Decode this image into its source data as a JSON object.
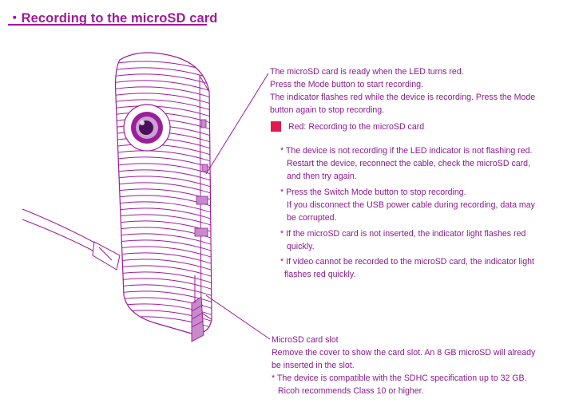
{
  "title": "・Recording to the microSD card",
  "intro": {
    "line1": "The microSD card is ready when the LED turns red.",
    "line2": "Press the Mode button to start recording.",
    "line3": "The indicator flashes red while the device is recording. Press the Mode",
    "line4": "button again to stop recording."
  },
  "legend": {
    "color": "#e5174f",
    "label": "Red: Recording to the microSD card"
  },
  "notes": [
    {
      "line1": "* The device is not recording if the LED indicator is not flashing red.",
      "line2": "Restart the device, reconnect the cable, check the microSD card,",
      "line3": "and then try again."
    },
    {
      "line1": "* Press the Switch Mode button to stop recording.",
      "line2": "If you disconnect the USB power cable during recording, data may",
      "line3": "be corrupted."
    },
    {
      "line1": "* If the microSD card is not inserted, the indicator light flashes red",
      "line2": "quickly."
    },
    {
      "line1": "* If video cannot be recorded to the microSD card, the indicator light",
      "line2": "flashes red quickly."
    }
  ],
  "slot": {
    "heading": "MicroSD card slot",
    "line1": "Remove the cover to show the card slot. An 8 GB microSD will already",
    "line2": "be inserted in the slot.",
    "line3": "* The device is compatible with the SDHC specification up to 32 GB.",
    "line4": "Ricoh recommends Class 10 or higher."
  },
  "colors": {
    "accent": "#a0199a",
    "text": "#8a1a8e",
    "led_red": "#e5174f"
  }
}
